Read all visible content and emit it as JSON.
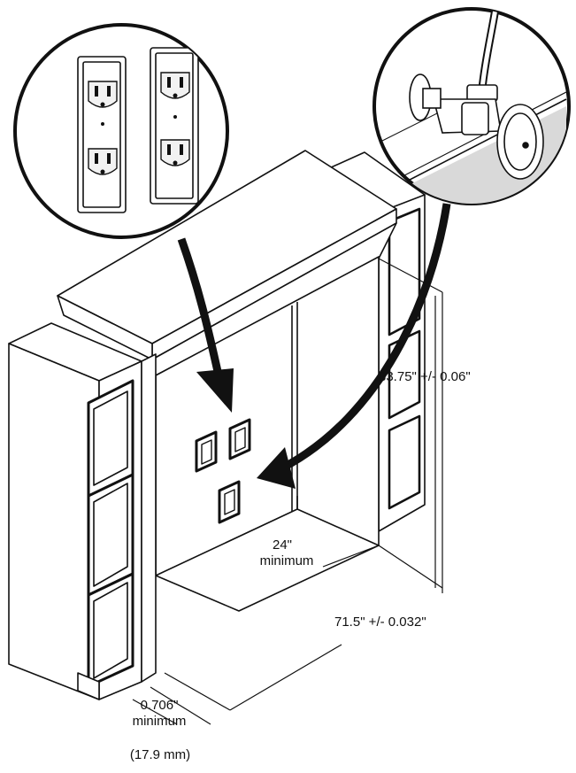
{
  "figure": {
    "inset_left": {
      "icon": "duplex-outlet-icon"
    },
    "inset_right": {
      "icon": "shutoff-valve-icon"
    }
  },
  "dimensions": {
    "height_label": "83.75\" +/- 0.06\"",
    "width_label": "71.5\" +/- 0.032\"",
    "depth_value": "24\"",
    "depth_note": "minimum",
    "gap_value": "0.706\"",
    "gap_note": "minimum",
    "gap_metric": "(17.9 mm)"
  }
}
